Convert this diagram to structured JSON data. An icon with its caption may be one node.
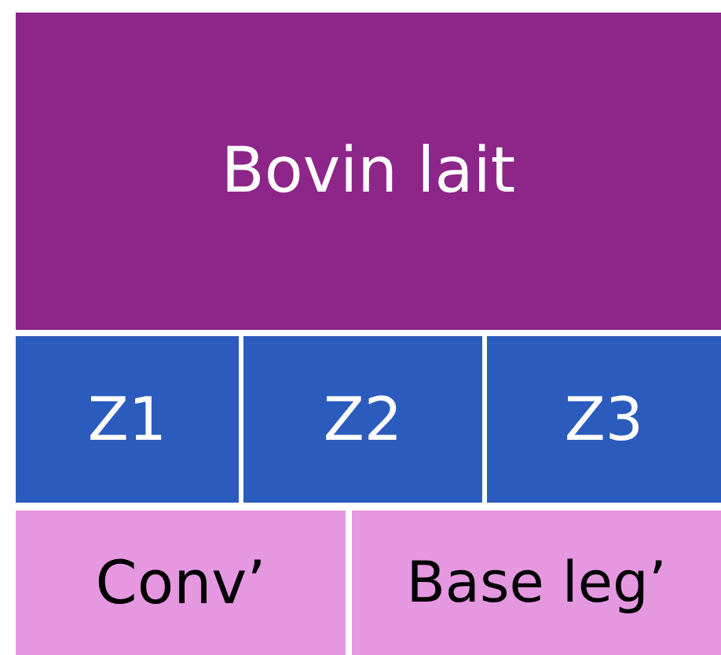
{
  "diagram": {
    "nodes": [
      {
        "text": [
          "Bovin lait"
        ]
      },
      {
        "text": [
          "Z1"
        ]
      },
      {
        "text": [
          "Z2"
        ]
      },
      {
        "text": [
          "Z3"
        ]
      },
      {
        "text": [
          "Conv’"
        ]
      },
      {
        "text": [
          "Base leg’"
        ]
      }
    ]
  }
}
